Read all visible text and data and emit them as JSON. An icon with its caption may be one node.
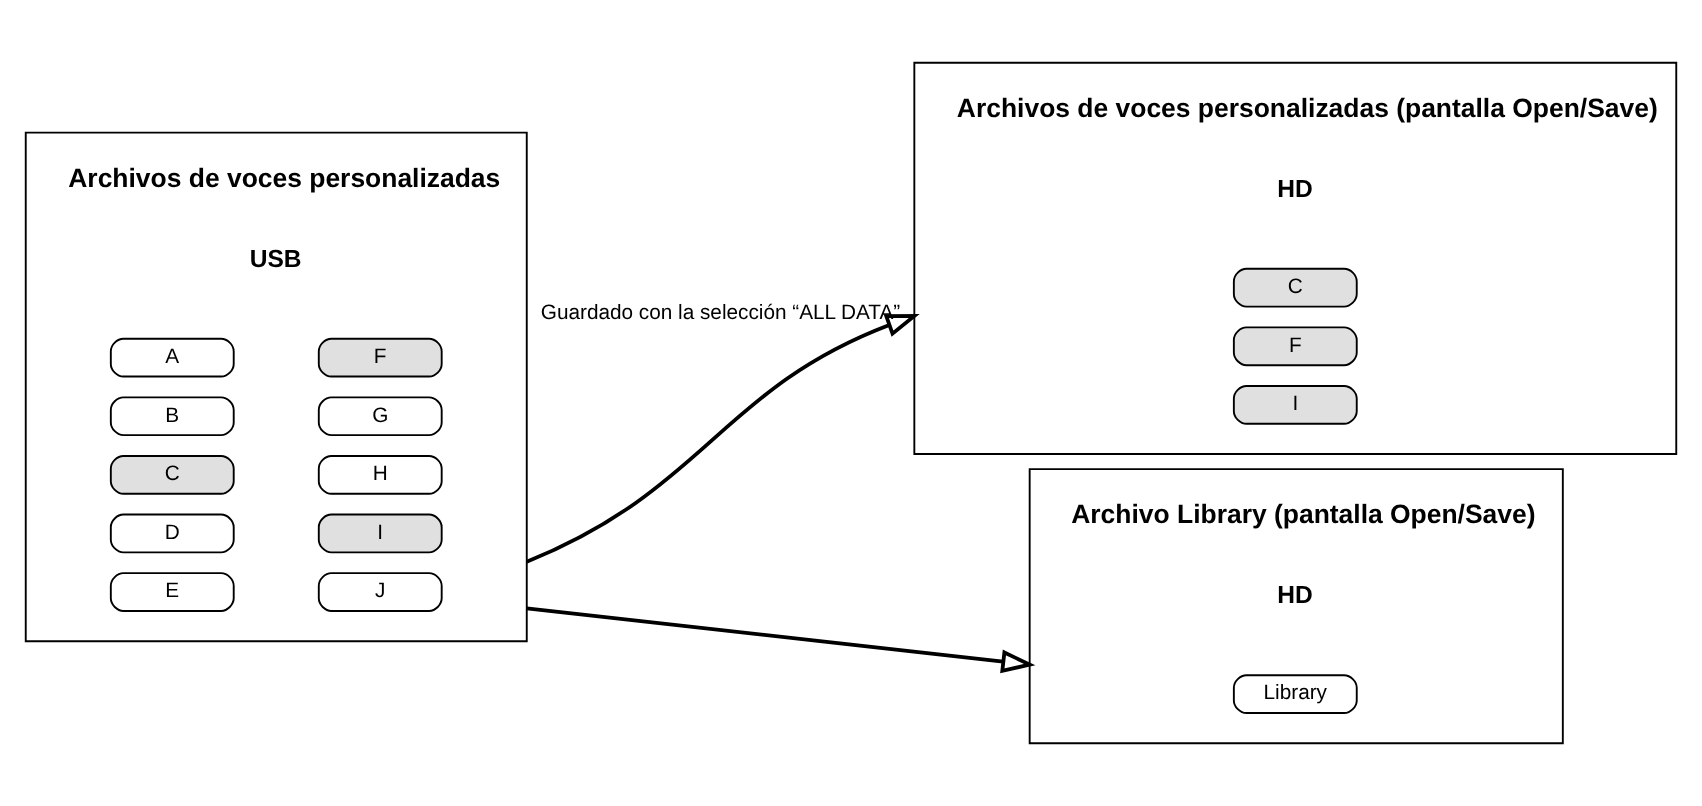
{
  "diagram": {
    "nodes": [
      {
        "text": [
          "Archivos de voces personalizadas",
          "USB"
        ]
      },
      {
        "text": [
          "A"
        ],
        "in": 0
      },
      {
        "text": [
          "F"
        ],
        "in": 0
      },
      {
        "text": [
          "B"
        ],
        "in": 0
      },
      {
        "text": [
          "G"
        ],
        "in": 0
      },
      {
        "text": [
          "C"
        ],
        "in": 0
      },
      {
        "text": [
          "H"
        ],
        "in": 0
      },
      {
        "text": [
          "D"
        ],
        "in": 0
      },
      {
        "text": [
          "I"
        ],
        "in": 0
      },
      {
        "text": [
          "E"
        ],
        "in": 0
      },
      {
        "text": [
          "J"
        ],
        "in": 0
      },
      {
        "text": [
          "Archivos de voces personalizadas (pantalla Open/Save)",
          "HD"
        ]
      },
      {
        "text": [
          "C"
        ],
        "in": 11
      },
      {
        "text": [
          "F"
        ],
        "in": 11
      },
      {
        "text": [
          "I"
        ],
        "in": 11
      },
      {
        "text": [
          "Archivo Library (pantalla Open/Save)",
          "HD"
        ]
      },
      {
        "text": [
          "Library"
        ],
        "in": 15
      }
    ],
    "edges": [
      {
        "from": 0,
        "to": 11,
        "arrow": "to",
        "label": "Guardado con la selección “ALL DATA”"
      },
      {
        "from": 0,
        "to": 15,
        "arrow": "to"
      }
    ]
  }
}
